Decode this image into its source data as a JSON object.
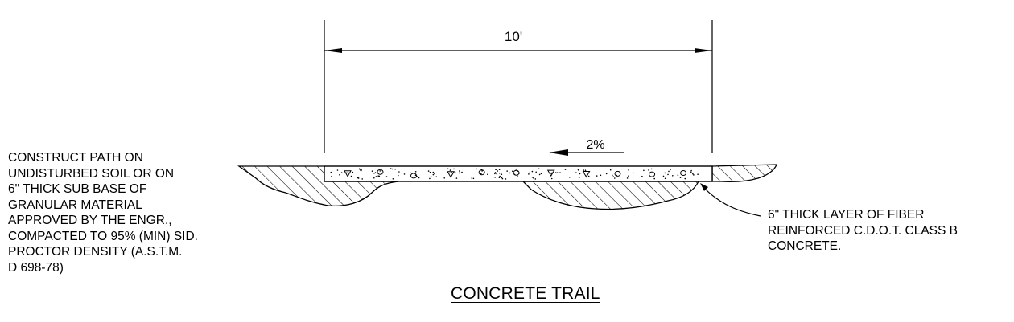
{
  "dimension": {
    "width_label": "10'"
  },
  "slope": {
    "label": "2%"
  },
  "title": "CONCRETE TRAIL",
  "notes": {
    "subgrade": [
      "CONSTRUCT PATH ON",
      "UNDISTURBED SOIL OR ON",
      "6\" THICK SUB BASE OF",
      "GRANULAR MATERIAL",
      "APPROVED BY THE ENGR.,",
      "COMPACTED TO 95% (MIN) SID.",
      "PROCTOR DENSITY (A.S.T.M.",
      "D 698-78)"
    ],
    "concrete": [
      "6\" THICK LAYER OF FIBER",
      "REINFORCED C.D.O.T. CLASS B",
      "CONCRETE."
    ]
  }
}
